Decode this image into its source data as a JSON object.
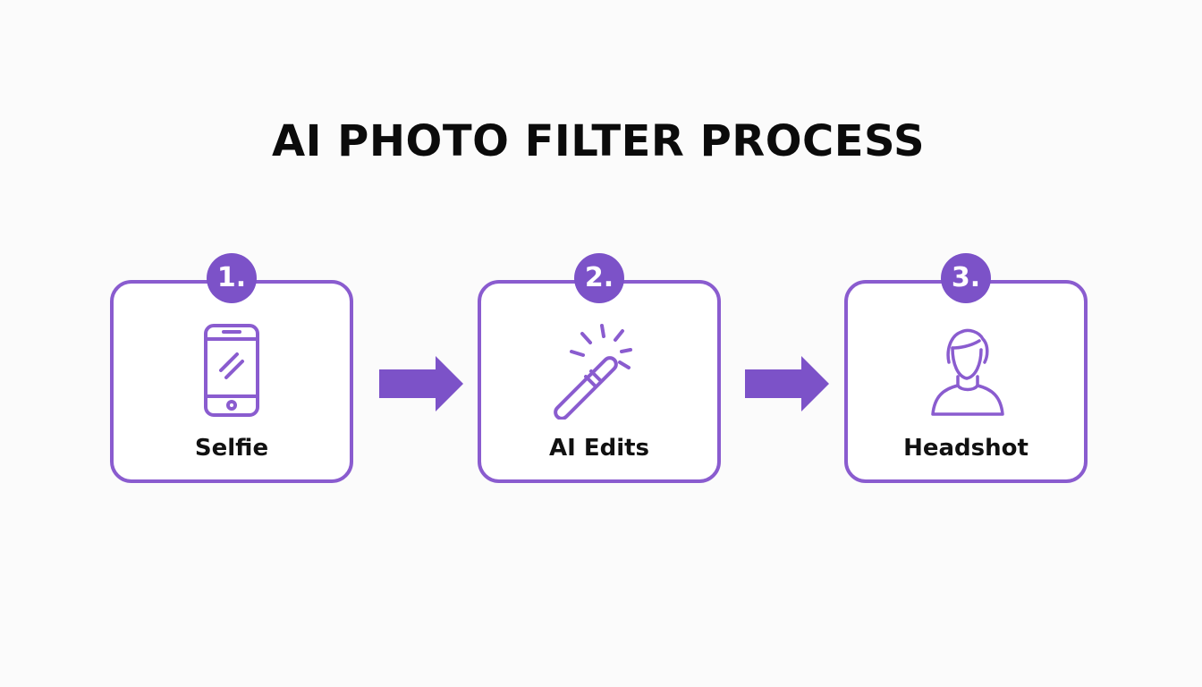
{
  "diagram": {
    "title": "AI PHOTO FILTER PROCESS",
    "accent_color": "#7c52c8",
    "steps": [
      {
        "number": "1.",
        "label": "Selfie",
        "icon": "smartphone-icon"
      },
      {
        "number": "2.",
        "label": "AI Edits",
        "icon": "magic-wand-icon"
      },
      {
        "number": "3.",
        "label": "Headshot",
        "icon": "person-icon"
      }
    ],
    "connectors": [
      "arrow-right-icon",
      "arrow-right-icon"
    ]
  }
}
